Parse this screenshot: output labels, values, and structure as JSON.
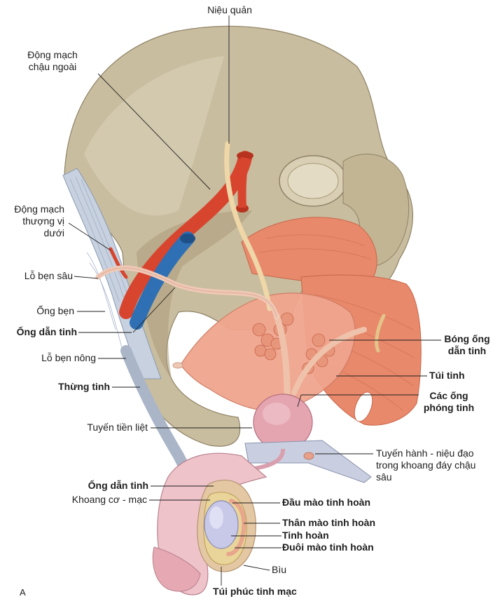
{
  "figure_letter": "A",
  "labels": {
    "ureter": "Niệu quản",
    "external_iliac_artery": [
      "Động mạch",
      "chậu ngoài"
    ],
    "inferior_epigastric_artery": [
      "Động mạch",
      "thượng vị",
      "dưới"
    ],
    "deep_inguinal_ring": "Lỗ bẹn sâu",
    "inguinal_canal": "Ống bẹn",
    "ductus_deferens_upper": "Ống dẫn tinh",
    "superficial_inguinal_ring": "Lỗ bẹn nông",
    "spermatic_cord": "Thừng tinh",
    "prostate": "Tuyến tiền liệt",
    "ductus_deferens_lower": "Ống dẫn tinh",
    "fascial_space": "Khoang cơ - mạc",
    "ampulla": [
      "Bóng ống",
      "dẫn tinh"
    ],
    "seminal_vesicle": "Túi tinh",
    "ejaculatory_ducts": [
      "Các ống",
      "phóng tinh"
    ],
    "bulbourethral_gland": [
      "Tuyến hành - niệu đạo",
      "trong khoang đáy chậu",
      "sâu"
    ],
    "epididymis_head": "Đầu mào tinh hoàn",
    "epididymis_body": "Thân mào tinh hoàn",
    "testis": "Tinh hoàn",
    "epididymis_tail": "Đuôi mào tinh hoàn",
    "scrotum": "Bìu",
    "tunica_vaginalis": "Túi phúc tinh mạc"
  },
  "colors": {
    "bone": "#c9bd9f",
    "bone_shadow": "#a99a79",
    "muscle": "#e8896b",
    "bladder": "#f0a58e",
    "artery": "#d8452f",
    "vein": "#2f6fb3",
    "vas_deferens": "#f0c9b6",
    "ureter": "#efd7a8",
    "leader_line": "#1e1e1e"
  }
}
